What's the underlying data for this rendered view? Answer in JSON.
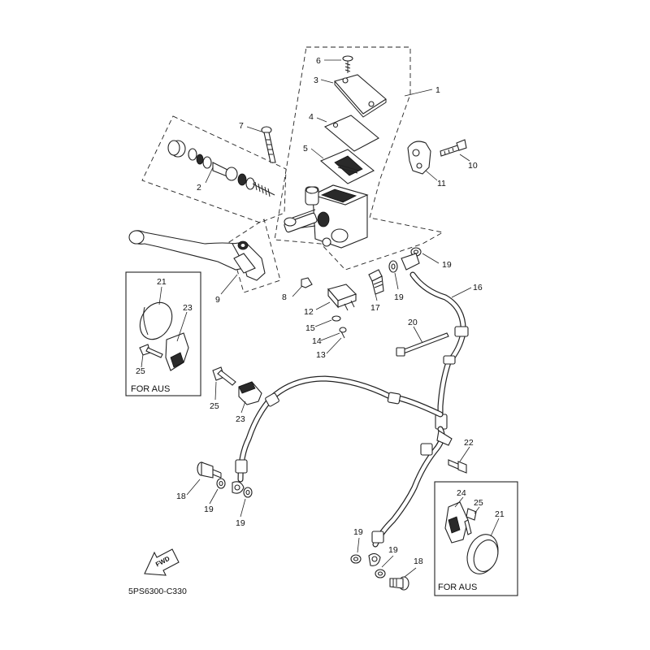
{
  "diagram": {
    "code": "5PS6300-C330",
    "fwd_label": "FWD",
    "inset_left_caption": "FOR AUS",
    "inset_right_caption": "FOR AUS",
    "callouts": {
      "c1": "1",
      "c2": "2",
      "c3": "3",
      "c4": "4",
      "c5": "5",
      "c6": "6",
      "c7": "7",
      "c8": "8",
      "c9": "9",
      "c10": "10",
      "c11": "11",
      "c12": "12",
      "c13": "13",
      "c14": "14",
      "c15": "15",
      "c16": "16",
      "c17": "17",
      "c18a": "18",
      "c18b": "18",
      "c19a": "19",
      "c19b": "19",
      "c19c": "19",
      "c19d": "19",
      "c19e": "19",
      "c19f": "19",
      "c20": "20",
      "c21a": "21",
      "c21b": "21",
      "c22": "22",
      "c23a": "23",
      "c23b": "23",
      "c24": "24",
      "c25a": "25",
      "c25b": "25",
      "c25c": "25"
    }
  },
  "colors": {
    "ink": "#222222",
    "paper": "#ffffff"
  }
}
